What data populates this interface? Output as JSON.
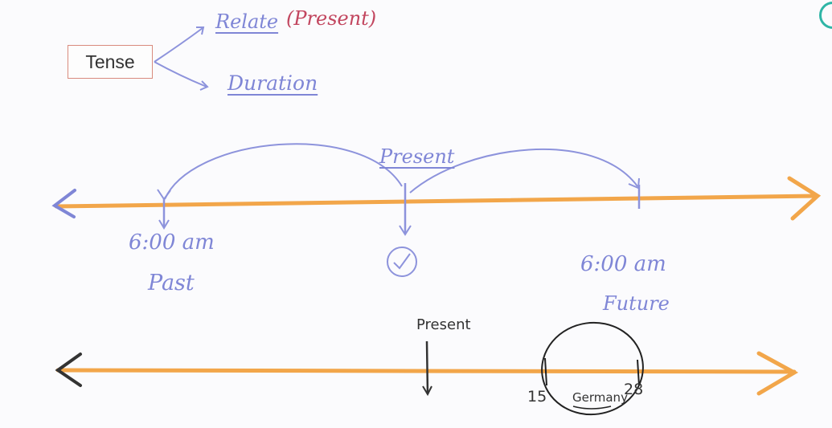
{
  "tense": {
    "box_label": "Tense",
    "branch_relate": "Relate",
    "branch_relate_paren": "(Present)",
    "branch_duration": "Duration"
  },
  "timeline_one": {
    "center_label": "Present",
    "left_time": "6:00 am",
    "left_label": "Past",
    "right_time": "6:00 am",
    "right_label": "Future"
  },
  "timeline_two": {
    "present_label": "Present",
    "left_number": "15",
    "right_number": "28",
    "circle_label": "Germany"
  },
  "colors": {
    "timeline": "#f2a64a",
    "ink_blue": "#7f86d6",
    "ink_red": "#c2465f",
    "ink_dark": "#333333",
    "box_border": "#d98b7e",
    "accent_teal": "#2fb5a6"
  }
}
